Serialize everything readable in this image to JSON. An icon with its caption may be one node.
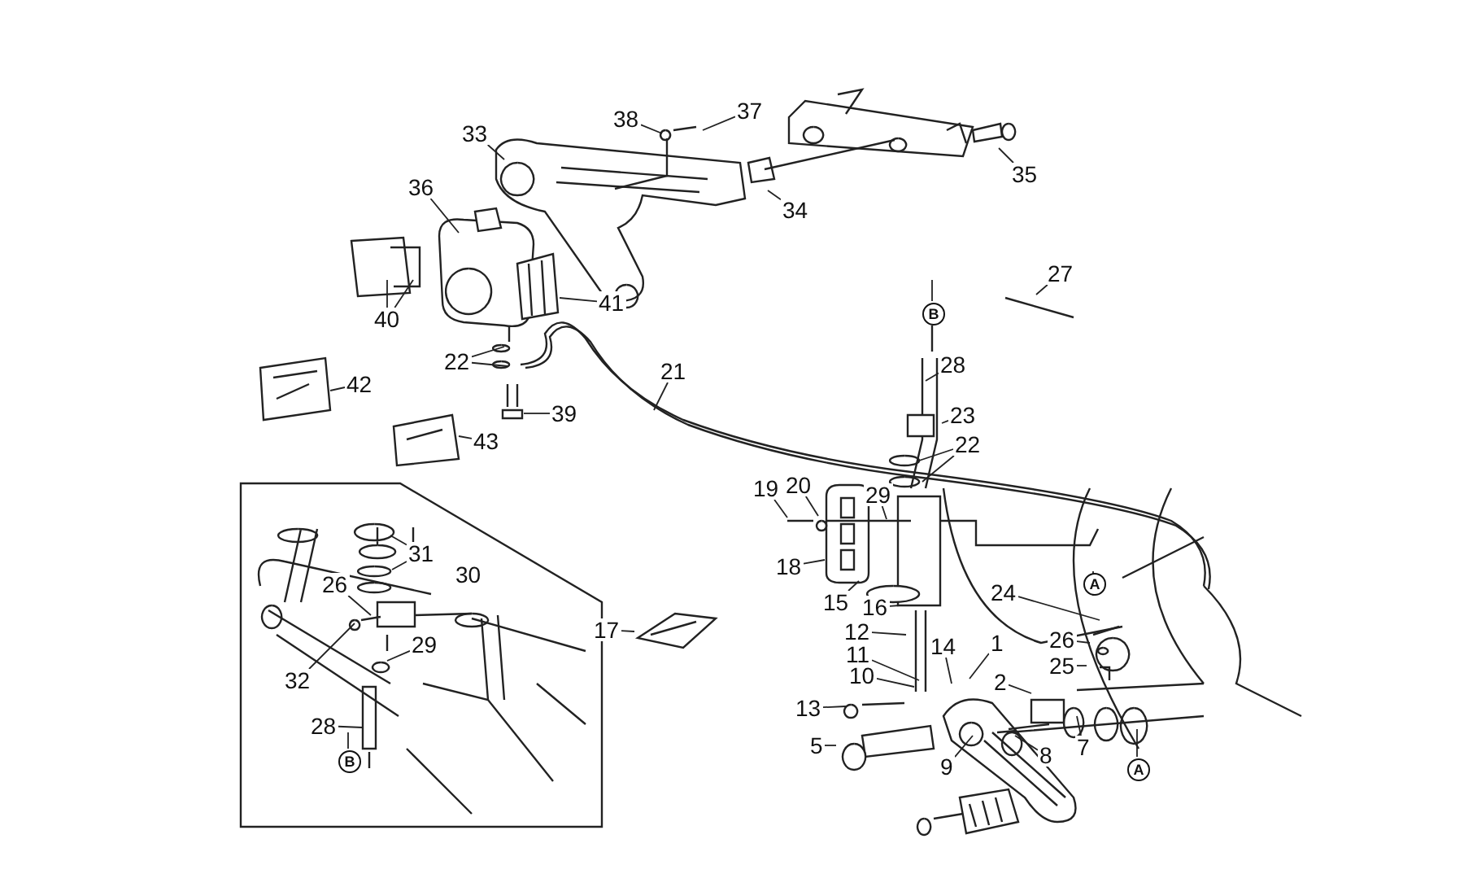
{
  "diagram": {
    "nodes": [
      {
        "text": [
          "33"
        ]
      },
      {
        "text": [
          "38"
        ]
      },
      {
        "text": [
          "37"
        ]
      },
      {
        "text": [
          "35"
        ]
      },
      {
        "text": [
          "34"
        ]
      },
      {
        "text": [
          "36"
        ]
      },
      {
        "text": [
          "40"
        ]
      },
      {
        "text": [
          "41"
        ]
      },
      {
        "text": [
          "22"
        ]
      },
      {
        "text": [
          "39"
        ]
      },
      {
        "text": [
          "21"
        ]
      },
      {
        "text": [
          "42"
        ]
      },
      {
        "text": [
          "43"
        ]
      },
      {
        "text": [
          "27"
        ]
      },
      {
        "text": [
          "28"
        ]
      },
      {
        "text": [
          "23"
        ]
      },
      {
        "text": [
          "22"
        ]
      },
      {
        "text": [
          "19"
        ]
      },
      {
        "text": [
          "20"
        ]
      },
      {
        "text": [
          "29"
        ]
      },
      {
        "text": [
          "18"
        ]
      },
      {
        "text": [
          "17"
        ]
      },
      {
        "text": [
          "15"
        ]
      },
      {
        "text": [
          "16"
        ]
      },
      {
        "text": [
          "12"
        ]
      },
      {
        "text": [
          "11"
        ]
      },
      {
        "text": [
          "10"
        ]
      },
      {
        "text": [
          "14"
        ]
      },
      {
        "text": [
          "13"
        ]
      },
      {
        "text": [
          "5"
        ]
      },
      {
        "text": [
          "9"
        ]
      },
      {
        "text": [
          "8"
        ]
      },
      {
        "text": [
          "7"
        ]
      },
      {
        "text": [
          "2"
        ]
      },
      {
        "text": [
          "1"
        ]
      },
      {
        "text": [
          "24"
        ]
      },
      {
        "text": [
          "26"
        ]
      },
      {
        "text": [
          "25"
        ]
      },
      {
        "text": [
          "31"
        ]
      },
      {
        "text": [
          "30"
        ]
      },
      {
        "text": [
          "26"
        ]
      },
      {
        "text": [
          "32"
        ]
      },
      {
        "text": [
          "29"
        ]
      },
      {
        "text": [
          "28"
        ]
      }
    ],
    "edges": [
      {
        "from": 0,
        "to": null,
        "arrow": "none"
      },
      {
        "from": 1,
        "to": null,
        "arrow": "none"
      },
      {
        "from": 2,
        "to": null,
        "arrow": "none"
      },
      {
        "from": 3,
        "to": null,
        "arrow": "none"
      },
      {
        "from": 4,
        "to": null,
        "arrow": "none"
      },
      {
        "from": 5,
        "to": null,
        "arrow": "none"
      },
      {
        "from": 6,
        "to": null,
        "arrow": "none"
      },
      {
        "from": 6,
        "to": null,
        "arrow": "none"
      },
      {
        "from": 7,
        "to": null,
        "arrow": "none"
      },
      {
        "from": 8,
        "to": null,
        "arrow": "none"
      },
      {
        "from": 8,
        "to": null,
        "arrow": "none"
      },
      {
        "from": 9,
        "to": null,
        "arrow": "none"
      },
      {
        "from": 10,
        "to": null,
        "arrow": "none"
      },
      {
        "from": 11,
        "to": null,
        "arrow": "none"
      },
      {
        "from": 12,
        "to": null,
        "arrow": "none"
      },
      {
        "from": 13,
        "to": null,
        "arrow": "none"
      },
      {
        "from": 14,
        "to": null,
        "arrow": "none"
      },
      {
        "from": 15,
        "to": null,
        "arrow": "none"
      },
      {
        "from": 16,
        "to": null,
        "arrow": "none"
      },
      {
        "from": 16,
        "to": null,
        "arrow": "none"
      },
      {
        "from": 17,
        "to": null,
        "arrow": "none"
      },
      {
        "from": 18,
        "to": null,
        "arrow": "none"
      },
      {
        "from": 19,
        "to": null,
        "arrow": "none"
      },
      {
        "from": 20,
        "to": null,
        "arrow": "none"
      },
      {
        "from": 21,
        "to": null,
        "arrow": "none"
      },
      {
        "from": 22,
        "to": null,
        "arrow": "none"
      },
      {
        "from": 23,
        "to": null,
        "arrow": "none"
      },
      {
        "from": 24,
        "to": null,
        "arrow": "none"
      },
      {
        "from": 25,
        "to": null,
        "arrow": "none"
      },
      {
        "from": 26,
        "to": null,
        "arrow": "none"
      },
      {
        "from": 27,
        "to": null,
        "arrow": "none"
      },
      {
        "from": 28,
        "to": null,
        "arrow": "none"
      },
      {
        "from": 29,
        "to": null,
        "arrow": "none"
      },
      {
        "from": 30,
        "to": null,
        "arrow": "none"
      },
      {
        "from": 31,
        "to": null,
        "arrow": "none"
      },
      {
        "from": 32,
        "to": null,
        "arrow": "none"
      },
      {
        "from": 33,
        "to": null,
        "arrow": "none"
      },
      {
        "from": 34,
        "to": null,
        "arrow": "none"
      },
      {
        "from": 35,
        "to": null,
        "arrow": "none"
      },
      {
        "from": 36,
        "to": null,
        "arrow": "none"
      },
      {
        "from": 37,
        "to": null,
        "arrow": "none"
      },
      {
        "from": 38,
        "to": null,
        "arrow": "none"
      },
      {
        "from": 38,
        "to": null,
        "arrow": "none"
      },
      {
        "from": 40,
        "to": null,
        "arrow": "none"
      },
      {
        "from": 41,
        "to": null,
        "arrow": "none"
      },
      {
        "from": 42,
        "to": null,
        "arrow": "none"
      },
      {
        "from": 43,
        "to": null,
        "arrow": "none"
      }
    ],
    "labels": [
      "B",
      "A",
      "B",
      "A"
    ]
  }
}
